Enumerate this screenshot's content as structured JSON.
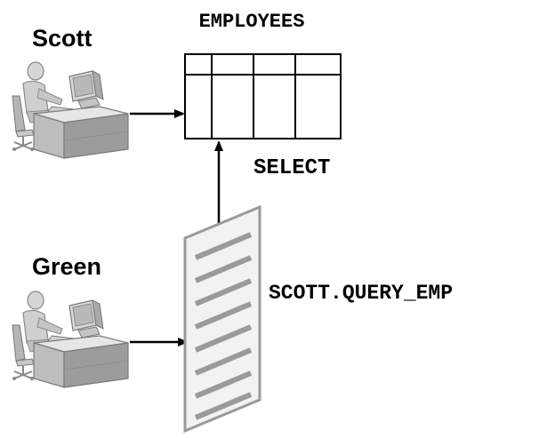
{
  "labels": {
    "table_name": "EMPLOYEES",
    "user_top": "Scott",
    "user_bottom": "Green",
    "operation": "SELECT",
    "procedure_name": "SCOTT.QUERY_EMP"
  },
  "icons": {
    "workstation": "user-at-workstation-icon",
    "procedure": "procedure-document-icon",
    "table": "table-grid-icon"
  },
  "colors": {
    "ink": "#000000",
    "desk_light": "#e0e0e0",
    "desk_mid": "#bdbdbd",
    "desk_dark": "#8e8e8e",
    "stripe": "#9a9a9a",
    "panel": "#f2f2f2"
  }
}
